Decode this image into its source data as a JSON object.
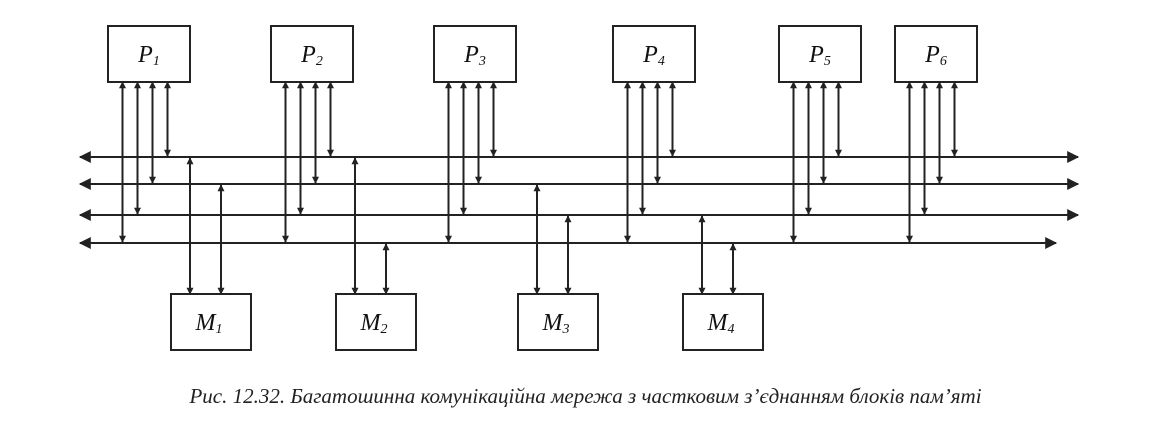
{
  "diagram": {
    "processors": [
      {
        "letter": "P",
        "index": "1"
      },
      {
        "letter": "P",
        "index": "2"
      },
      {
        "letter": "P",
        "index": "3"
      },
      {
        "letter": "P",
        "index": "4"
      },
      {
        "letter": "P",
        "index": "5"
      },
      {
        "letter": "P",
        "index": "6"
      }
    ],
    "memories": [
      {
        "letter": "M",
        "index": "1"
      },
      {
        "letter": "M",
        "index": "2"
      },
      {
        "letter": "M",
        "index": "3"
      },
      {
        "letter": "M",
        "index": "4"
      }
    ],
    "bus_count": 4,
    "processor_bus_links": [
      [
        1,
        2,
        3,
        4
      ],
      [
        1,
        2,
        3,
        4
      ],
      [
        1,
        2,
        3,
        4
      ],
      [
        1,
        2,
        3,
        4
      ],
      [
        1,
        2,
        3,
        4
      ],
      [
        1,
        2,
        3,
        4
      ]
    ],
    "memory_bus_links": [
      [
        1,
        2
      ],
      [
        1,
        4
      ],
      [
        2,
        3
      ],
      [
        3,
        4
      ]
    ],
    "line_color": "#222222"
  },
  "caption": "Рис. 12.32. Багатошинна комунікаційна мережа з частковим з’єднанням блоків пам’яті"
}
